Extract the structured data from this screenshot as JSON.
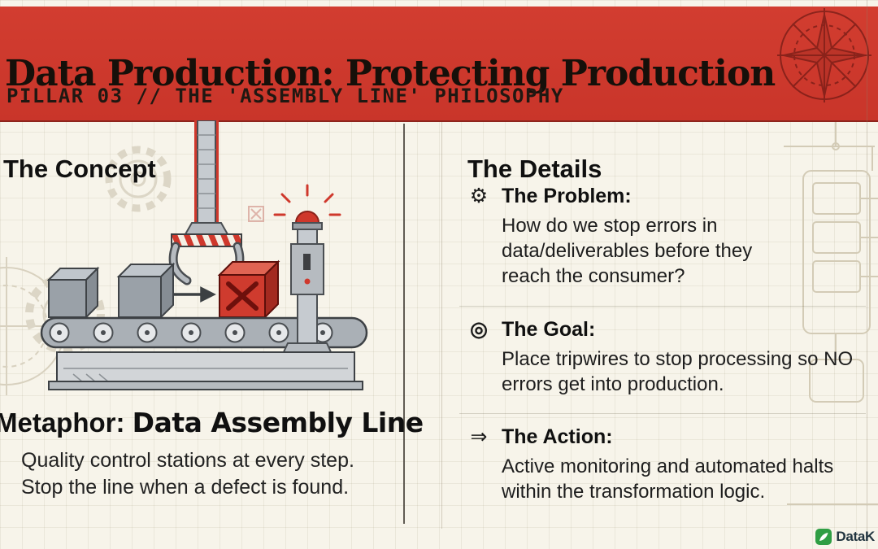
{
  "header": {
    "title": "Data Production: Protecting Production",
    "subtitle": "PILLAR 03 // THE 'ASSEMBLY LINE' PHILOSOPHY"
  },
  "concept": {
    "heading": "The Concept",
    "metaphor_label": "Metaphor:",
    "metaphor_value": "Data Assembly Line",
    "caption": "Quality control stations at every step.\nStop the line when a defect is found."
  },
  "details": {
    "heading": "The Details",
    "items": [
      {
        "icon": "gear-icon",
        "glyph": "⚙",
        "title": "The Problem:",
        "body": "How do we stop errors in data/deliverables before they reach the consumer?"
      },
      {
        "icon": "target-icon",
        "glyph": "◎",
        "title": "The Goal:",
        "body": "Place tripwires to stop processing so NO errors get into production."
      },
      {
        "icon": "double-arrow-icon",
        "glyph": "⇒",
        "title": "The Action:",
        "body": "Active monitoring and automated halts within the transformation logic."
      }
    ]
  },
  "brand": {
    "name": "DataK"
  },
  "colors": {
    "banner_red": "#cf382c",
    "defect_red": "#cf382c",
    "brand_green": "#2f9e44"
  }
}
